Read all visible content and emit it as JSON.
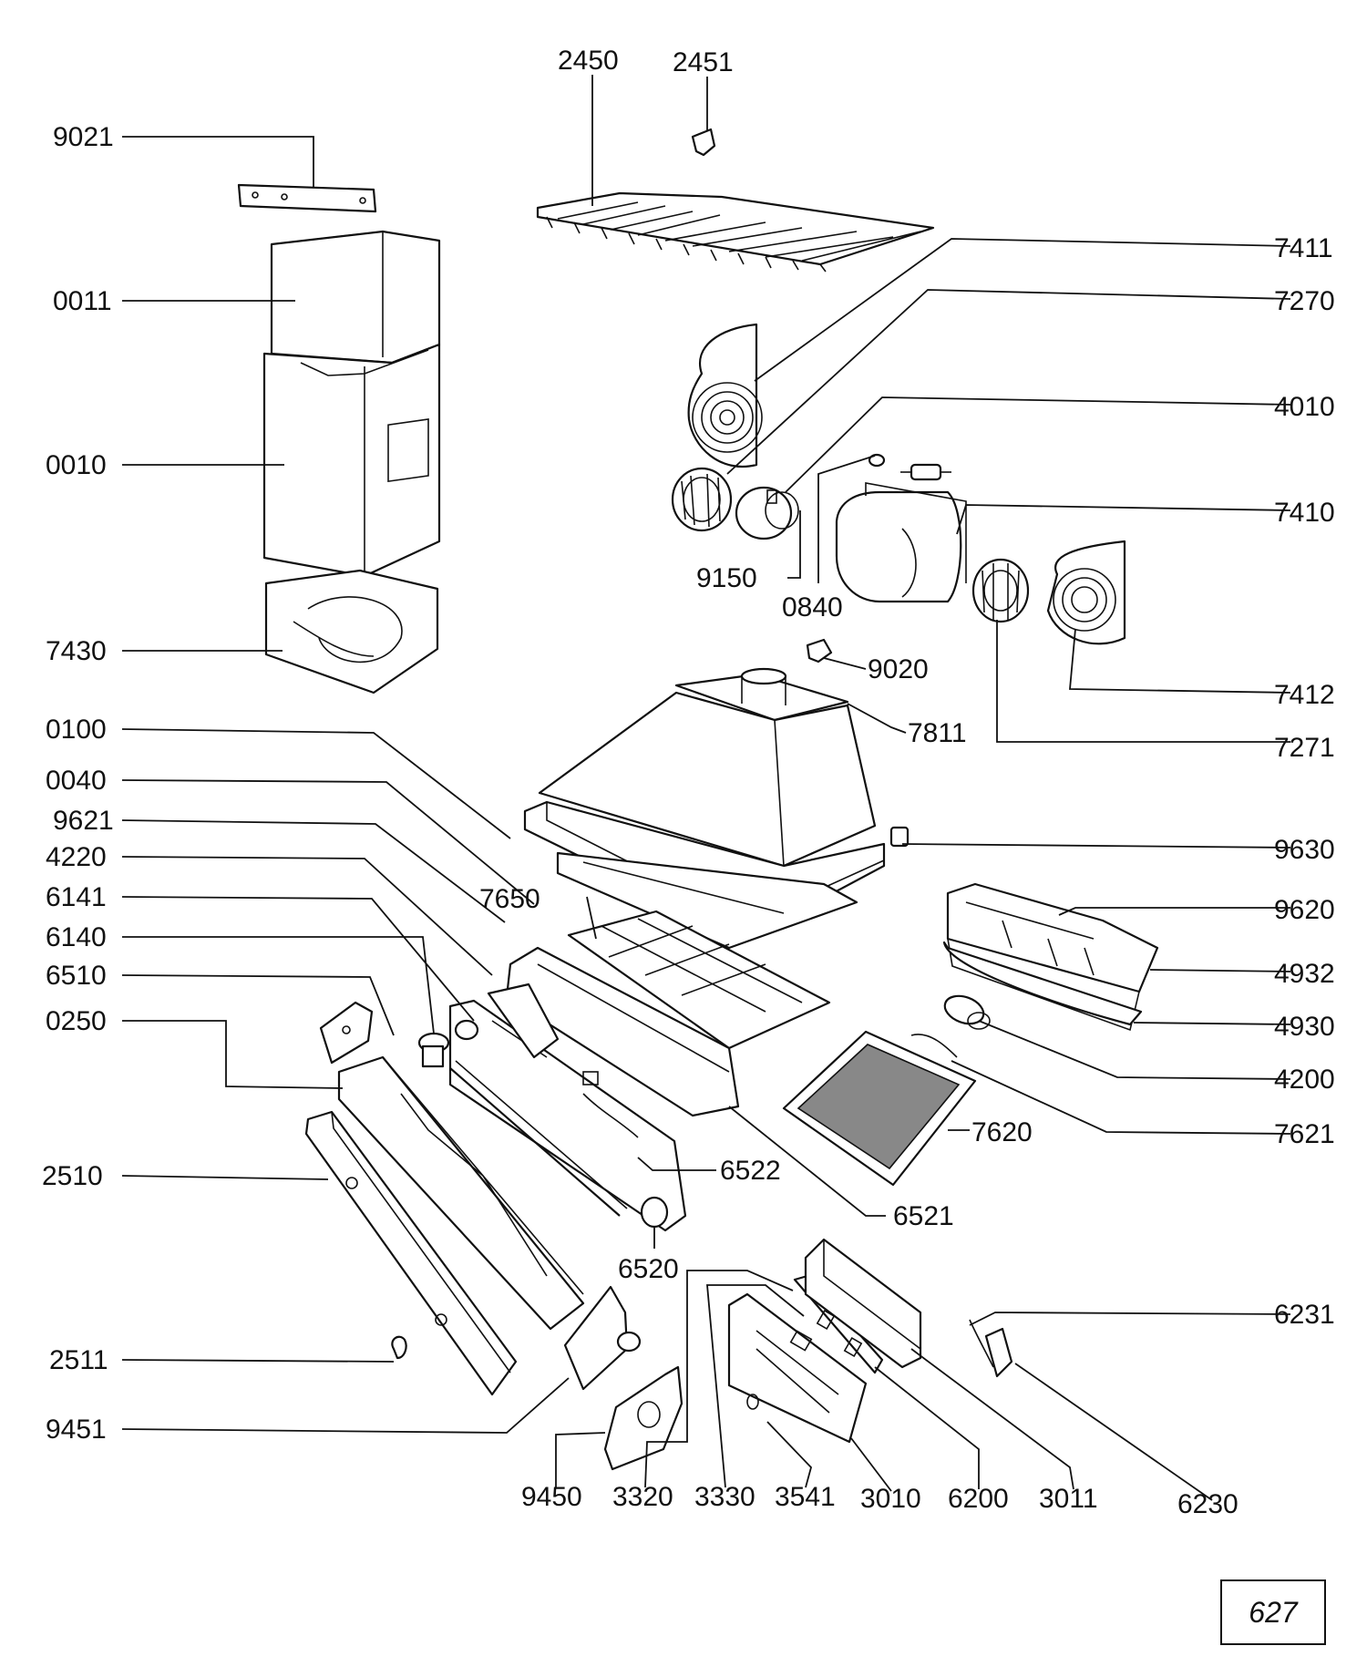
{
  "page_number": "627",
  "parts": [
    "2450",
    "2451",
    "9021",
    "0011",
    "0010",
    "7430",
    "7411",
    "7270",
    "4010",
    "7410",
    "9150",
    "0840",
    "9020",
    "7811",
    "7412",
    "7271",
    "0100",
    "0040",
    "9621",
    "4220",
    "6141",
    "6140",
    "6510",
    "0250",
    "2510",
    "2511",
    "9451",
    "7650",
    "9630",
    "9620",
    "4932",
    "4930",
    "4200",
    "7621",
    "7620",
    "6521",
    "6522",
    "6520",
    "9450",
    "3320",
    "3330",
    "3541",
    "3010",
    "6200",
    "3011",
    "6231",
    "6230"
  ]
}
